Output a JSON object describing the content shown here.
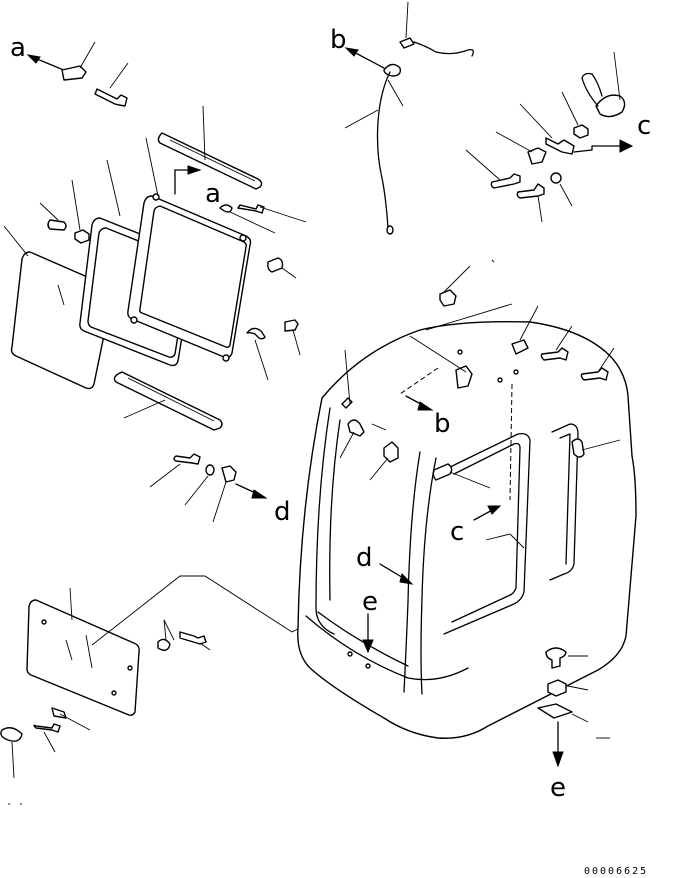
{
  "labels": {
    "a_top": "a",
    "a_mid": "a",
    "b_top": "b",
    "b_mid": "b",
    "c_top": "c",
    "c_mid": "c",
    "d_mid": "d",
    "d_cab": "d",
    "e_cab": "e",
    "e_bottom": "e"
  },
  "drawing_number": "00006625"
}
